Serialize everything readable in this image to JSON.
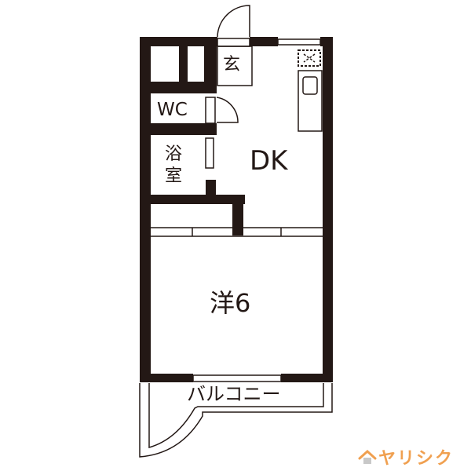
{
  "floorplan": {
    "rooms": {
      "entrance": "玄",
      "toilet": "WC",
      "bath_line1": "浴",
      "bath_line2": "室",
      "dining_kitchen": "DK",
      "western_room": "洋6",
      "balcony": "バルコニー"
    },
    "colors": {
      "wall": "#231815",
      "background": "#ffffff",
      "logo": "#f0a050",
      "logo_house": "#c8c8c8"
    }
  },
  "brand": {
    "logo_text": "ヤリシク"
  }
}
